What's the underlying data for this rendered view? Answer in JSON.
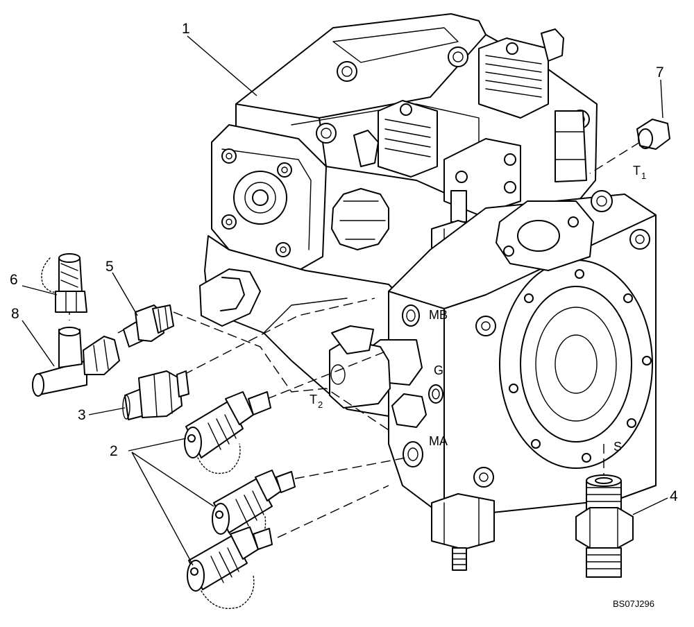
{
  "callouts": [
    {
      "id": "c1",
      "text": "1"
    },
    {
      "id": "c2",
      "text": "2"
    },
    {
      "id": "c3",
      "text": "3"
    },
    {
      "id": "c4",
      "text": "4"
    },
    {
      "id": "c5",
      "text": "5"
    },
    {
      "id": "c6",
      "text": "6"
    },
    {
      "id": "c7",
      "text": "7"
    },
    {
      "id": "c8",
      "text": "8"
    }
  ],
  "ports": {
    "mb": "MB",
    "g": "G",
    "ma": "MA",
    "s": "S",
    "t1_main": "T",
    "t1_sub": "1",
    "t2_main": "T",
    "t2_sub": "2"
  },
  "drawing_code": "BS07J296"
}
